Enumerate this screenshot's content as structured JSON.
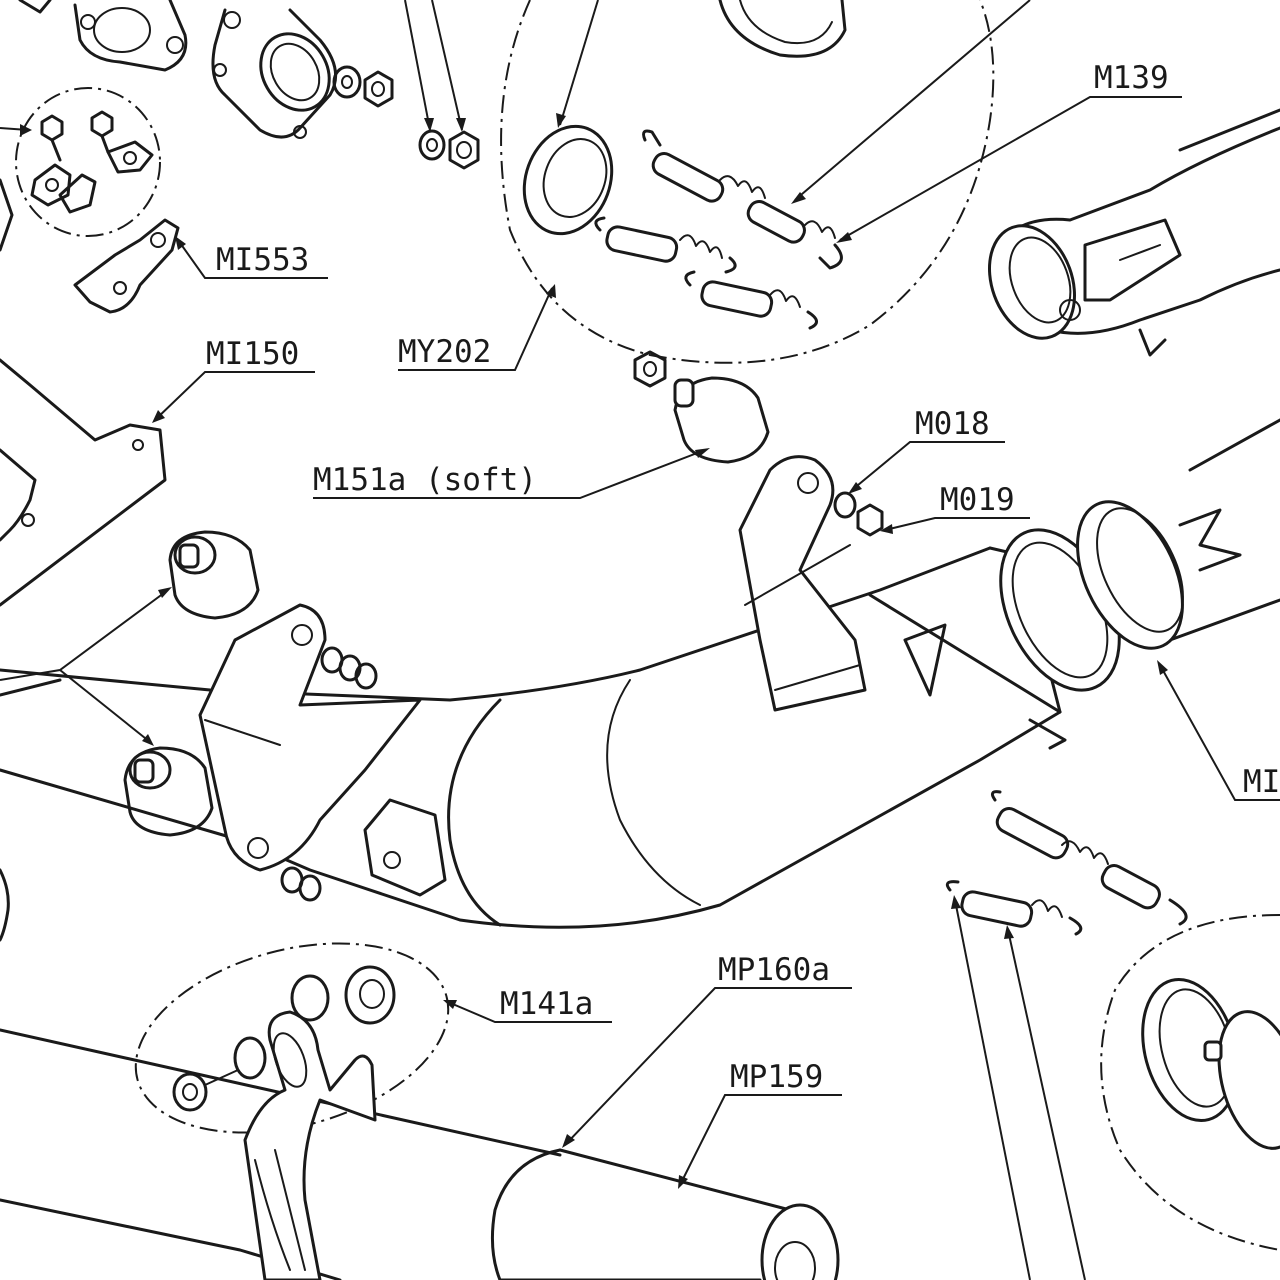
{
  "labels": {
    "mi553": "MI553",
    "mi150": "MI150",
    "my202": "MY202",
    "m139": "M139",
    "m151a": "M151a (soft)",
    "m018": "M018",
    "m019": "M019",
    "m141a": "M141a",
    "mp160a": "MP160a",
    "mp159": "MP159",
    "mi_cut": "MI"
  },
  "colors": {
    "line": "#1a1a1a",
    "background": "#ffffff"
  }
}
